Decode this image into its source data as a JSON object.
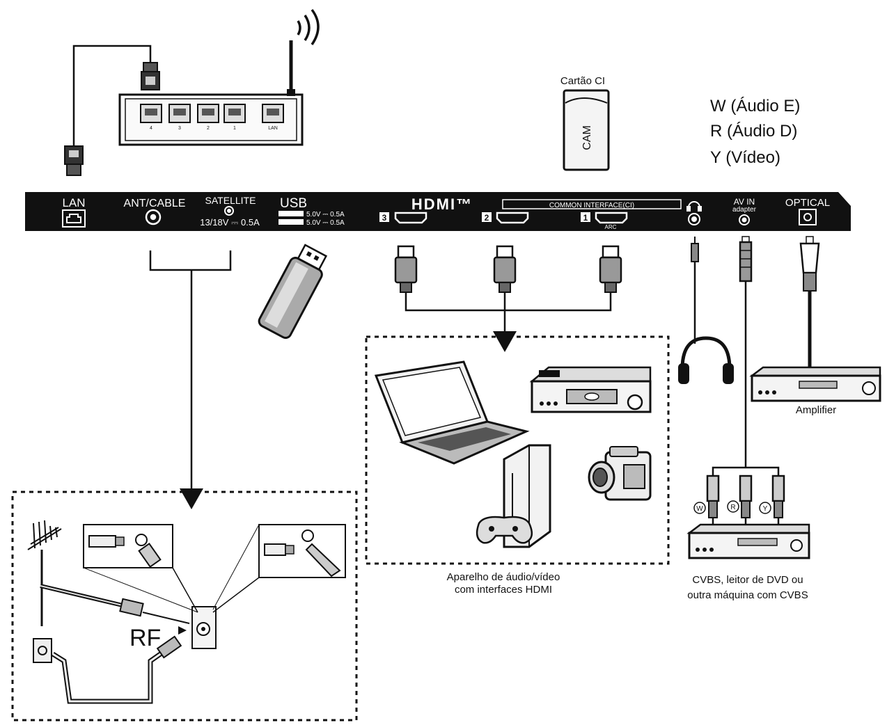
{
  "panel": {
    "lan": "LAN",
    "ant_cable": "ANT/CABLE",
    "satellite": "SATELLITE",
    "satellite_power": "13/18V ⎓ 0.5A",
    "usb": "USB",
    "usb_rating_1": "5.0V ⎓ 0.5A",
    "usb_rating_2": "5.0V ⎓ 0.5A",
    "hdmi": "HDMI™",
    "hdmi_ports": [
      "3",
      "2",
      "1"
    ],
    "arc": "ARC",
    "common_interface": "COMMON INTERFACE(CI)",
    "av_in": "AV IN",
    "av_adapter": "adapter",
    "optical": "OPTICAL"
  },
  "labels": {
    "ci_card": "Cartão CI",
    "cam": "CAM",
    "legend_w": "W (Áudio E)",
    "legend_r": "R (Áudio D)",
    "legend_y": "Y (Vídeo)",
    "rf": "RF",
    "amplifier": "Amplifier",
    "hdmi_devices_line1": "Aparelho de áudio/vídeo",
    "hdmi_devices_line2": "com interfaces HDMI",
    "cvbs_line1": "CVBS, leitor de DVD ou",
    "cvbs_line2": "outra máquina com CVBS",
    "plug_w": "W",
    "plug_r": "R",
    "plug_y": "Y",
    "router_ports": [
      "4",
      "3",
      "2",
      "1",
      "LAN"
    ]
  },
  "colors": {
    "panel": "#111111",
    "panel_text": "#ffffff",
    "line": "#111111",
    "device_fill": "#f2f2f2"
  },
  "icons": [
    "router-icon",
    "wifi-waves-icon",
    "ethernet-plug-icon",
    "ci-card-icon",
    "usb-stick-icon",
    "hdmi-plug-icon",
    "headphones-icon",
    "amplifier-icon",
    "laptop-icon",
    "dvd-player-icon",
    "game-console-icon",
    "camcorder-icon",
    "rca-plug-icon",
    "antenna-icon",
    "wall-socket-icon",
    "coax-connector-icon"
  ]
}
